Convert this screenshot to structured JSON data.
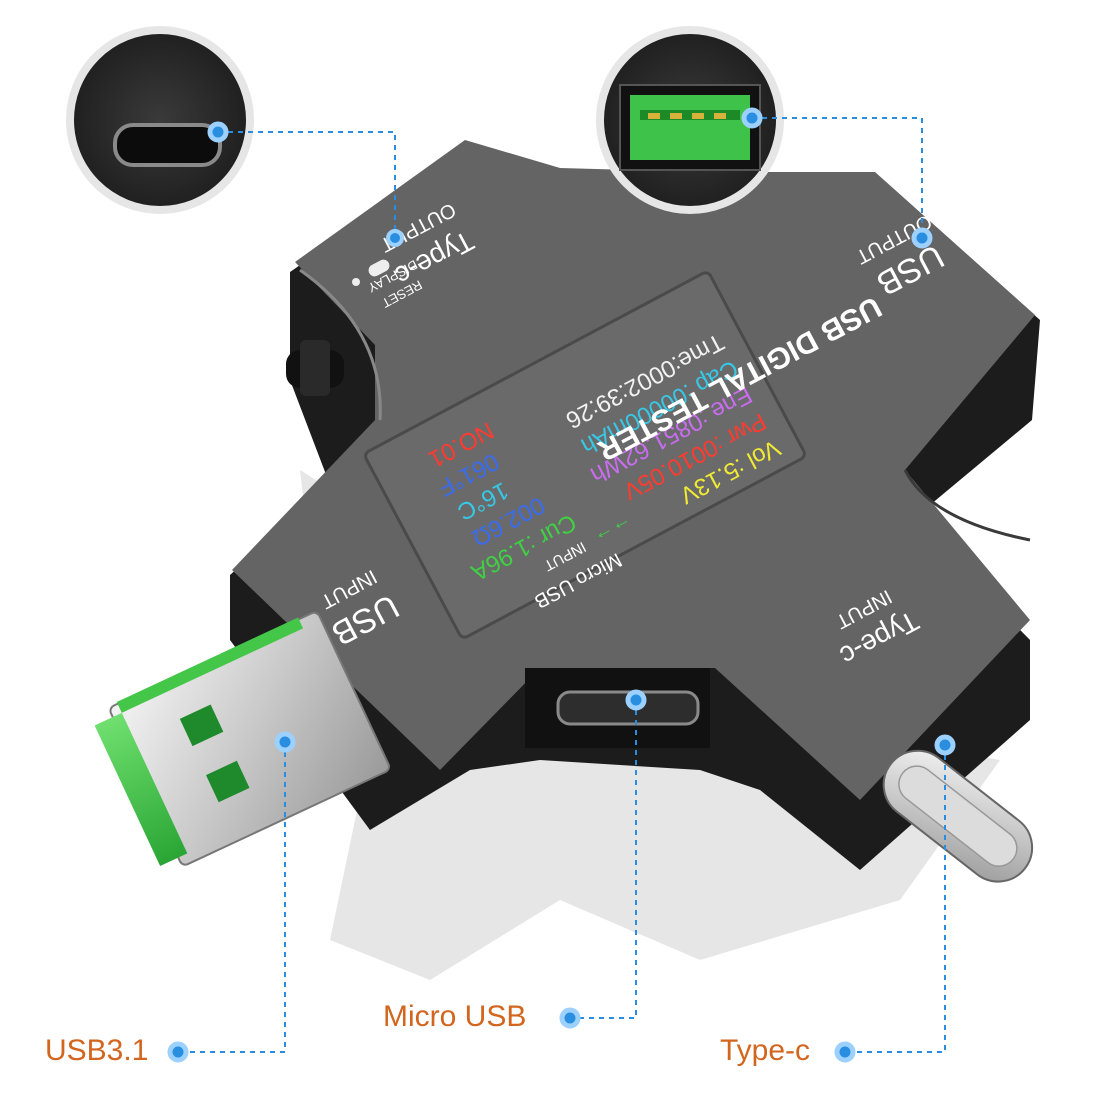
{
  "device": {
    "title": "USB DIGITAL TESTER",
    "port_labels": {
      "typec_output_name": "Type-c",
      "typec_output_dir": "OUTPUT",
      "usb_output_name": "USB",
      "usb_output_dir": "OUTPUT",
      "usb_input_name": "USB",
      "usb_input_dir": "INPUT",
      "typec_input_name": "Type-c",
      "typec_input_dir": "INPUT",
      "micro_usb_name": "Micro USB",
      "micro_usb_dir": "INPUT"
    },
    "buttons": {
      "reset": "RESET",
      "display": "DISPLAY"
    }
  },
  "screen": {
    "vol": "Vol :5.13V",
    "pwr": "Pwr :0010.05V",
    "cur": "Cur :1.96A",
    "ene": "Ene :0851.62Wh",
    "res": "002.6Ω",
    "cap": "Cap :00000mAh",
    "temp_c": "16°C",
    "time": "Tme:0002:39:26",
    "temp_f": "061°F",
    "record": "NO.01"
  },
  "callouts": {
    "usb31": "USB3.1",
    "micro_usb": "Micro USB",
    "typec": "Type-c"
  },
  "colors": {
    "accent_orange": "#d2661e",
    "callout_blue": "#2a8ee0",
    "body_grey": "#646464",
    "edge_black": "#1c1c1c",
    "usb_green": "#3fc24a"
  }
}
